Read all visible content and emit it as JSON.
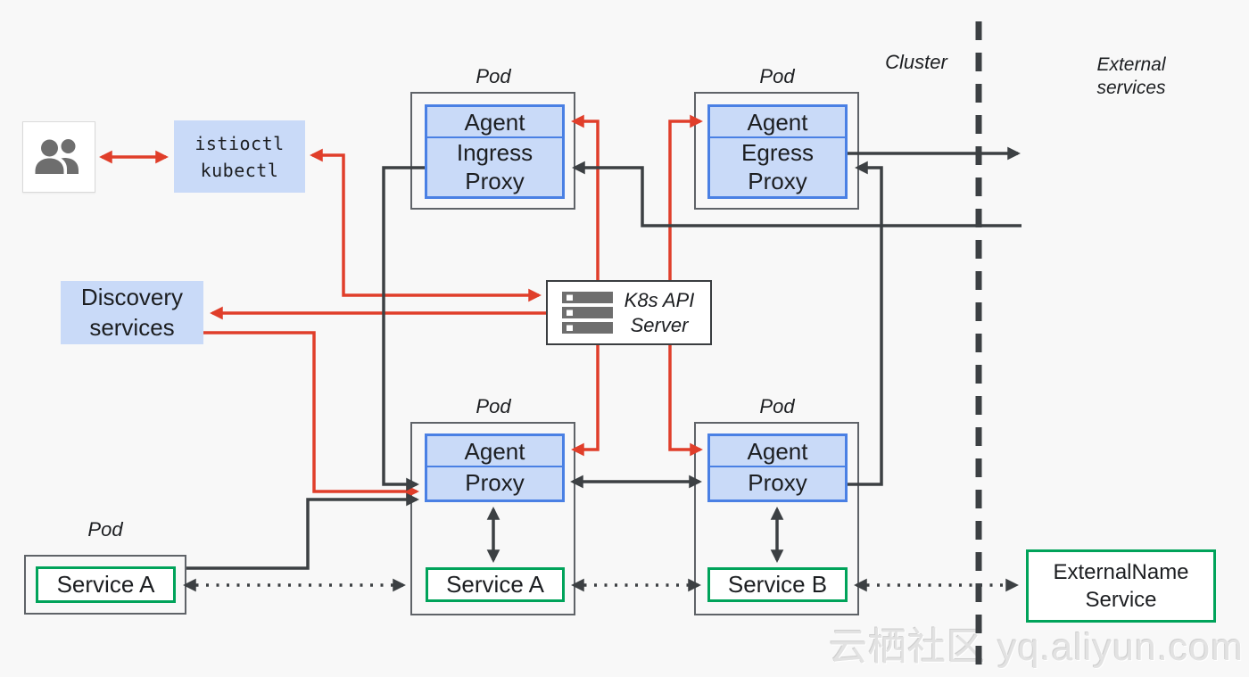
{
  "colors": {
    "background": "#f8f8f8",
    "blue_fill": "#c9daf8",
    "blue_border": "#4a80e4",
    "green_border": "#00a35a",
    "red": "#e03e2a",
    "dark": "#3c4043",
    "pod_border": "#5f6368",
    "light_border": "#dadada",
    "icon_gray": "#6e6e6e",
    "white": "#ffffff",
    "watermark": "#e2e2e2"
  },
  "labels": {
    "pod": "Pod",
    "cluster": "Cluster",
    "external_services": "External services"
  },
  "icons": {
    "users": "people-icon",
    "k8s_server": "server-stack-icon"
  },
  "nodes": {
    "istioctl": {
      "line1": "istioctl",
      "line2": "kubectl"
    },
    "discovery": {
      "label": "Discovery services"
    },
    "k8s": {
      "label": "K8s API Server"
    },
    "ingress_pod": {
      "agent": "Agent",
      "proxy": "Ingress Proxy"
    },
    "egress_pod": {
      "agent": "Agent",
      "proxy": "Egress Proxy"
    },
    "pod_a": {
      "agent": "Agent",
      "proxy": "Proxy",
      "service": "Service A"
    },
    "pod_b": {
      "agent": "Agent",
      "proxy": "Proxy",
      "service": "Service B"
    },
    "standalone_pod": {
      "service": "Service A"
    },
    "external_name": {
      "label": "ExternalName Service"
    }
  },
  "watermark": "云栖社区 yq.aliyun.com"
}
